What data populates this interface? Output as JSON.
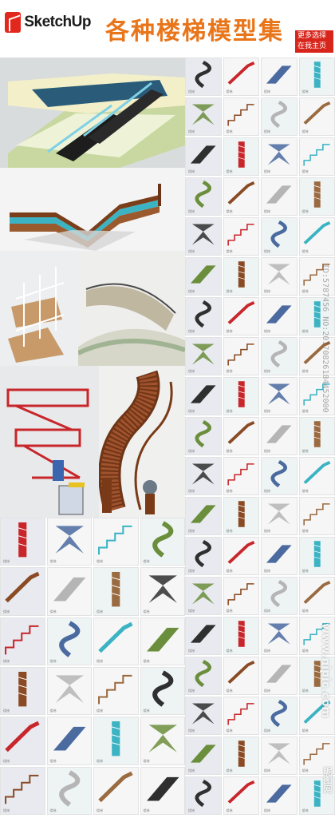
{
  "header": {
    "brand": "SketchUp",
    "title": "各种楼梯模型集",
    "promo_line1": "更多选择",
    "promo_line2": "在我主页"
  },
  "watermark": {
    "id_text": "ID:5787456 NO:20170826184452000",
    "site_text": "www.nipic.com",
    "site_logo_text": "昵图网"
  },
  "thumb_caption": "楼梯",
  "icons": {
    "brand": "sketchup-logo-icon"
  },
  "colors": {
    "title": "#e8751a",
    "promo_bg": "#d8251b",
    "rail_red": "#c8262a",
    "wood": "#8a4a24",
    "teal": "#3bb3c3"
  }
}
